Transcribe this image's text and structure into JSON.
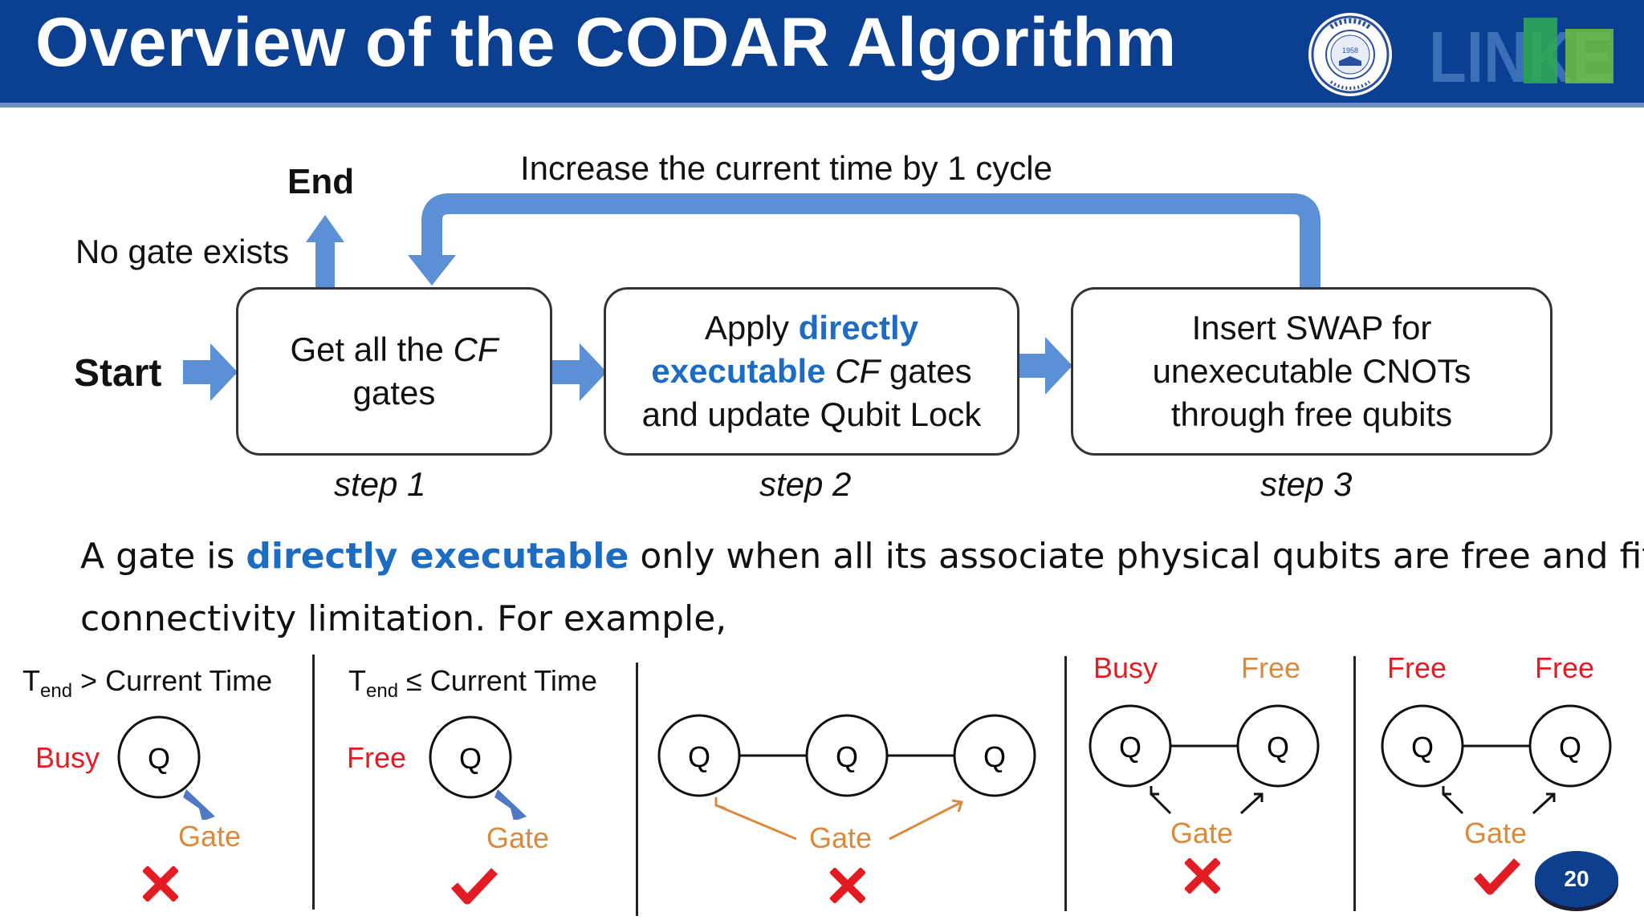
{
  "slide": {
    "title": "Overview of the CODAR Algorithm",
    "page_number": "20"
  },
  "logos": {
    "seal_text": "1958",
    "brand_text": "LINKE"
  },
  "flow": {
    "end_label": "End",
    "start_label": "Start",
    "no_gate_label": "No gate exists",
    "loop_label": "Increase the current time by 1 cycle",
    "step1": {
      "text_plain": "Get all the ",
      "text_italic": "CF",
      "line2": "gates",
      "label": "step 1"
    },
    "step2": {
      "line1_plain": "Apply ",
      "line1_blue": "directly",
      "line2_blue": "executable",
      "line2_italic": "CF",
      "line2_plain": " gates",
      "line3": "and update Qubit Lock",
      "label": "step 2"
    },
    "step3": {
      "line1": "Insert SWAP for",
      "line2": "unexecutable CNOTs",
      "line3": "through free qubits",
      "label": "step 3"
    }
  },
  "description": {
    "part1": "A gate is ",
    "highlight": "directly executable",
    "part2": " only when all its associate physical qubits are free and fit the",
    "line2": "connectivity limitation. For example,"
  },
  "examples": {
    "ex1": {
      "t": "T",
      "sub": "end",
      "cond": " > Current Time",
      "state": "Busy",
      "qubit": "Q",
      "gate": "Gate",
      "result": "cross"
    },
    "ex2": {
      "t": "T",
      "sub": "end",
      "cond": " ≤ Current Time",
      "state": "Free",
      "qubit": "Q",
      "gate": "Gate",
      "result": "check"
    },
    "ex3": {
      "qubits": [
        "Q",
        "Q",
        "Q"
      ],
      "gate": "Gate",
      "result": "cross"
    },
    "ex4": {
      "state_left": "Busy",
      "state_right": "Free",
      "qubits": [
        "Q",
        "Q"
      ],
      "gate": "Gate",
      "result": "cross"
    },
    "ex5": {
      "state_left": "Free",
      "state_right": "Free",
      "qubits": [
        "Q",
        "Q"
      ],
      "gate": "Gate",
      "result": "check"
    }
  },
  "colors": {
    "header_bg": "#0a3f91",
    "arrow_blue": "#5b8fd6",
    "highlight_blue": "#1c6cc4",
    "red": "#e31b23",
    "orange": "#d98a3c"
  }
}
